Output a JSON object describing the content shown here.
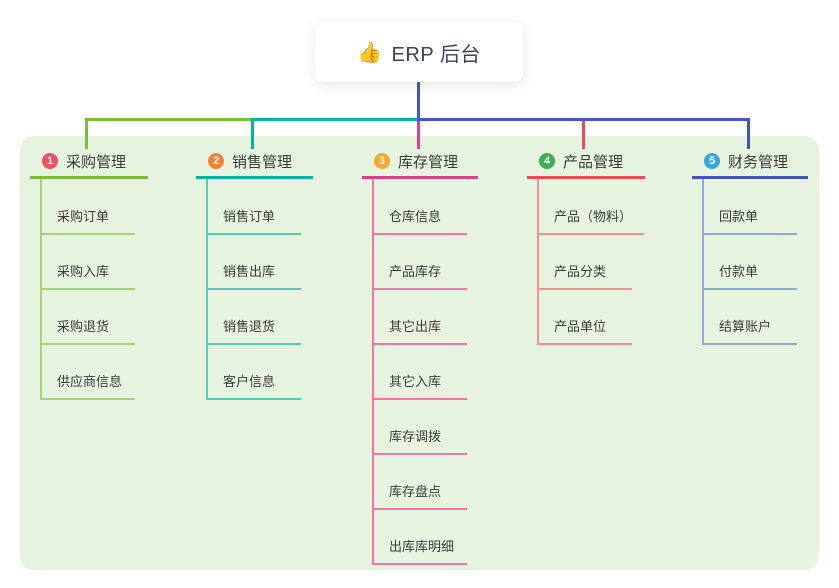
{
  "root": {
    "emoji": "👍",
    "label": "ERP 后台"
  },
  "canvas": {
    "background": "#ffffff",
    "panel_background": "#e6f4df",
    "connector_color": "#4656c6"
  },
  "chart_data": {
    "type": "mindmap-tree",
    "title": "ERP 后台",
    "branches": [
      "采购管理",
      "销售管理",
      "库存管理",
      "产品管理",
      "财务管理"
    ]
  },
  "branches": [
    {
      "number": "1",
      "label": "采购管理",
      "badge_color": "#f05062",
      "line_color": "#7dbb40",
      "light_color": "#a6d376",
      "items": [
        "采购订单",
        "采购入库",
        "采购退货",
        "供应商信息"
      ]
    },
    {
      "number": "2",
      "label": "销售管理",
      "badge_color": "#f3823c",
      "line_color": "#05b3a4",
      "light_color": "#57c8bb",
      "items": [
        "销售订单",
        "销售出库",
        "销售退货",
        "客户信息"
      ]
    },
    {
      "number": "3",
      "label": "库存管理",
      "badge_color": "#f8a72e",
      "line_color": "#d84090",
      "light_color": "#f075ad",
      "items": [
        "仓库信息",
        "产品库存",
        "其它出库",
        "其它入库",
        "库存调拨",
        "库存盘点",
        "出库库明细"
      ]
    },
    {
      "number": "4",
      "label": "产品管理",
      "badge_color": "#3eae52",
      "line_color": "#f04858",
      "light_color": "#f59093",
      "items": [
        "产品（物料）",
        "产品分类",
        "产品单位"
      ]
    },
    {
      "number": "5",
      "label": "财务管理",
      "badge_color": "#35a8dd",
      "line_color": "#4054bb",
      "light_color": "#93a5dd",
      "items": [
        "回款单",
        "付款单",
        "结算账户"
      ]
    }
  ]
}
